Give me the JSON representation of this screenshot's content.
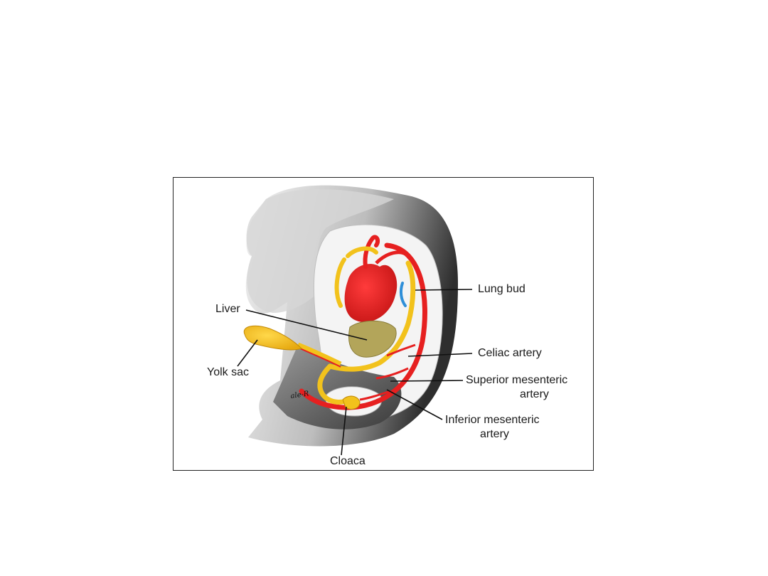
{
  "figure": {
    "labels": {
      "lung_bud": "Lung bud",
      "liver": "Liver",
      "celiac_artery": "Celiac artery",
      "yolk_sac": "Yolk sac",
      "superior_mesenteric_line1": "Superior mesenteric",
      "superior_mesenteric_line2": "artery",
      "inferior_mesenteric_line1": "Inferior mesenteric",
      "inferior_mesenteric_line2": "artery",
      "cloaca": "Cloaca"
    },
    "signature": "ale-R",
    "colors": {
      "body_dark": "#3a3a3a",
      "body_light": "#ededed",
      "artery_red": "#e62020",
      "gut_yellow": "#f2c21c",
      "liver_olive": "#b3a55a",
      "vein_blue": "#2f8fd8"
    }
  }
}
